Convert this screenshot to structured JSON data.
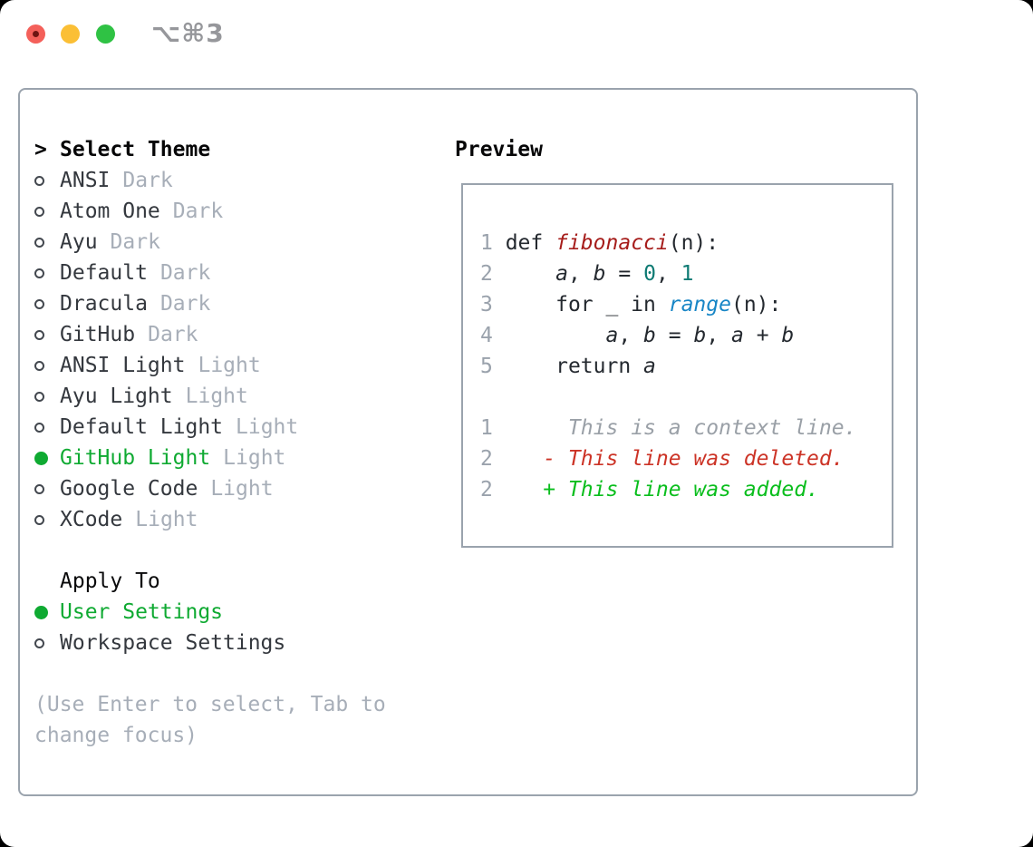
{
  "window": {
    "shortcut": "⌥⌘3"
  },
  "colors": {
    "accent_green": "#0faa32",
    "diff_added_green": "#0abe1d",
    "diff_deleted_red": "#cc3326",
    "function_red": "#a61d1b",
    "number_teal": "#0d7a73",
    "builtin_blue": "#1886c6",
    "muted_gray": "#a7aeb8",
    "border_gray": "#9aa3ad",
    "traffic_red": "#f4605a",
    "traffic_yellow": "#fbbf35",
    "traffic_green": "#2fc244"
  },
  "theme_picker": {
    "prompt": ">",
    "title": "Select Theme",
    "themes": [
      {
        "name": "ANSI",
        "variant": "Dark",
        "selected": false
      },
      {
        "name": "Atom One",
        "variant": "Dark",
        "selected": false
      },
      {
        "name": "Ayu",
        "variant": "Dark",
        "selected": false
      },
      {
        "name": "Default",
        "variant": "Dark",
        "selected": false
      },
      {
        "name": "Dracula",
        "variant": "Dark",
        "selected": false
      },
      {
        "name": "GitHub",
        "variant": "Dark",
        "selected": false
      },
      {
        "name": "ANSI Light",
        "variant": "Light",
        "selected": false
      },
      {
        "name": "Ayu Light",
        "variant": "Light",
        "selected": false
      },
      {
        "name": "Default Light",
        "variant": "Light",
        "selected": false
      },
      {
        "name": "GitHub Light",
        "variant": "Light",
        "selected": true
      },
      {
        "name": "Google Code",
        "variant": "Light",
        "selected": false
      },
      {
        "name": "XCode",
        "variant": "Light",
        "selected": false
      }
    ],
    "apply_to": {
      "label": "Apply To",
      "options": [
        {
          "name": "User Settings",
          "selected": true
        },
        {
          "name": "Workspace Settings",
          "selected": false
        }
      ]
    },
    "hint": [
      "(Use Enter to select, Tab to",
      "change focus)"
    ]
  },
  "preview": {
    "label": "Preview",
    "lines": [
      [
        {
          "s": "ln",
          "t": "1"
        },
        {
          "s": "pl",
          "t": " def "
        },
        {
          "s": "fn",
          "t": "fibonacci"
        },
        {
          "s": "pl",
          "t": "(n):"
        }
      ],
      [
        {
          "s": "ln",
          "t": "2"
        },
        {
          "s": "pl",
          "t": "     "
        },
        {
          "s": "vr",
          "t": "a"
        },
        {
          "s": "pl",
          "t": ", "
        },
        {
          "s": "vr",
          "t": "b"
        },
        {
          "s": "pl",
          "t": " = "
        },
        {
          "s": "nm",
          "t": "0"
        },
        {
          "s": "pl",
          "t": ", "
        },
        {
          "s": "nm",
          "t": "1"
        }
      ],
      [
        {
          "s": "ln",
          "t": "3"
        },
        {
          "s": "pl",
          "t": "     for _ in "
        },
        {
          "s": "bi",
          "t": "range"
        },
        {
          "s": "pl",
          "t": "(n):"
        }
      ],
      [
        {
          "s": "ln",
          "t": "4"
        },
        {
          "s": "pl",
          "t": "         "
        },
        {
          "s": "vr",
          "t": "a"
        },
        {
          "s": "pl",
          "t": ", "
        },
        {
          "s": "vr",
          "t": "b"
        },
        {
          "s": "pl",
          "t": " = "
        },
        {
          "s": "vr",
          "t": "b"
        },
        {
          "s": "pl",
          "t": ", "
        },
        {
          "s": "vr",
          "t": "a"
        },
        {
          "s": "pl",
          "t": " + "
        },
        {
          "s": "vr",
          "t": "b"
        }
      ],
      [
        {
          "s": "ln",
          "t": "5"
        },
        {
          "s": "pl",
          "t": "     return "
        },
        {
          "s": "vr",
          "t": "a"
        }
      ],
      [],
      [
        {
          "s": "ln",
          "t": "1"
        },
        {
          "s": "pl",
          "t": "      "
        },
        {
          "s": "cx",
          "t": "This is a context line."
        }
      ],
      [
        {
          "s": "ln",
          "t": "2"
        },
        {
          "s": "pl",
          "t": "    "
        },
        {
          "s": "dl",
          "t": "- This line was deleted."
        }
      ],
      [
        {
          "s": "ln",
          "t": "2"
        },
        {
          "s": "pl",
          "t": "    "
        },
        {
          "s": "ad",
          "t": "+ This line was added."
        }
      ]
    ]
  }
}
